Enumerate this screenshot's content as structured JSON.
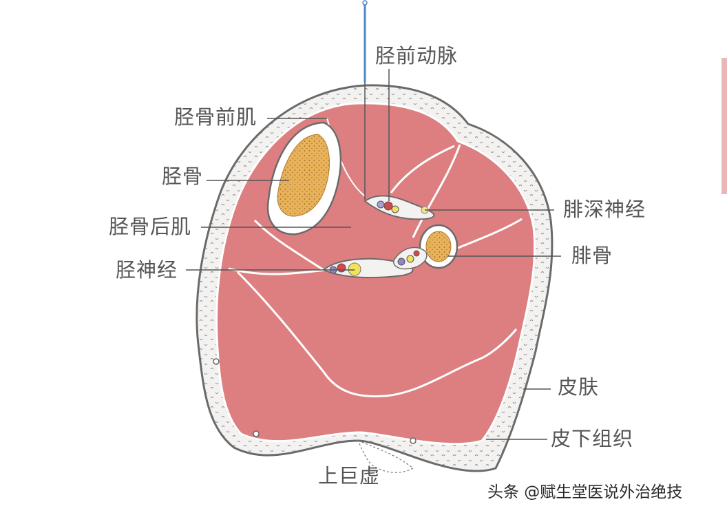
{
  "labels": {
    "anterior_tibial_artery": "胫前动脉",
    "tibialis_anterior": "胫骨前肌",
    "tibia": "胫骨",
    "tibialis_posterior": "胫骨后肌",
    "tibial_nerve": "胫神经",
    "deep_peroneal_nerve": "腓深神经",
    "fibula": "腓骨",
    "skin": "皮肤",
    "subcutaneous_tissue": "皮下组织",
    "acupoint": "上巨虚"
  },
  "watermark": "头条 @赋生堂医说外治绝技",
  "colors": {
    "muscle": "#dd7f80",
    "bone_marrow": "#e8b25a",
    "skin_fill": "#f4f2f1",
    "outline": "#6a6a6a",
    "needle": "#4a86c8",
    "label_text": "#555555",
    "edge_tab": "#e9b7b7"
  }
}
